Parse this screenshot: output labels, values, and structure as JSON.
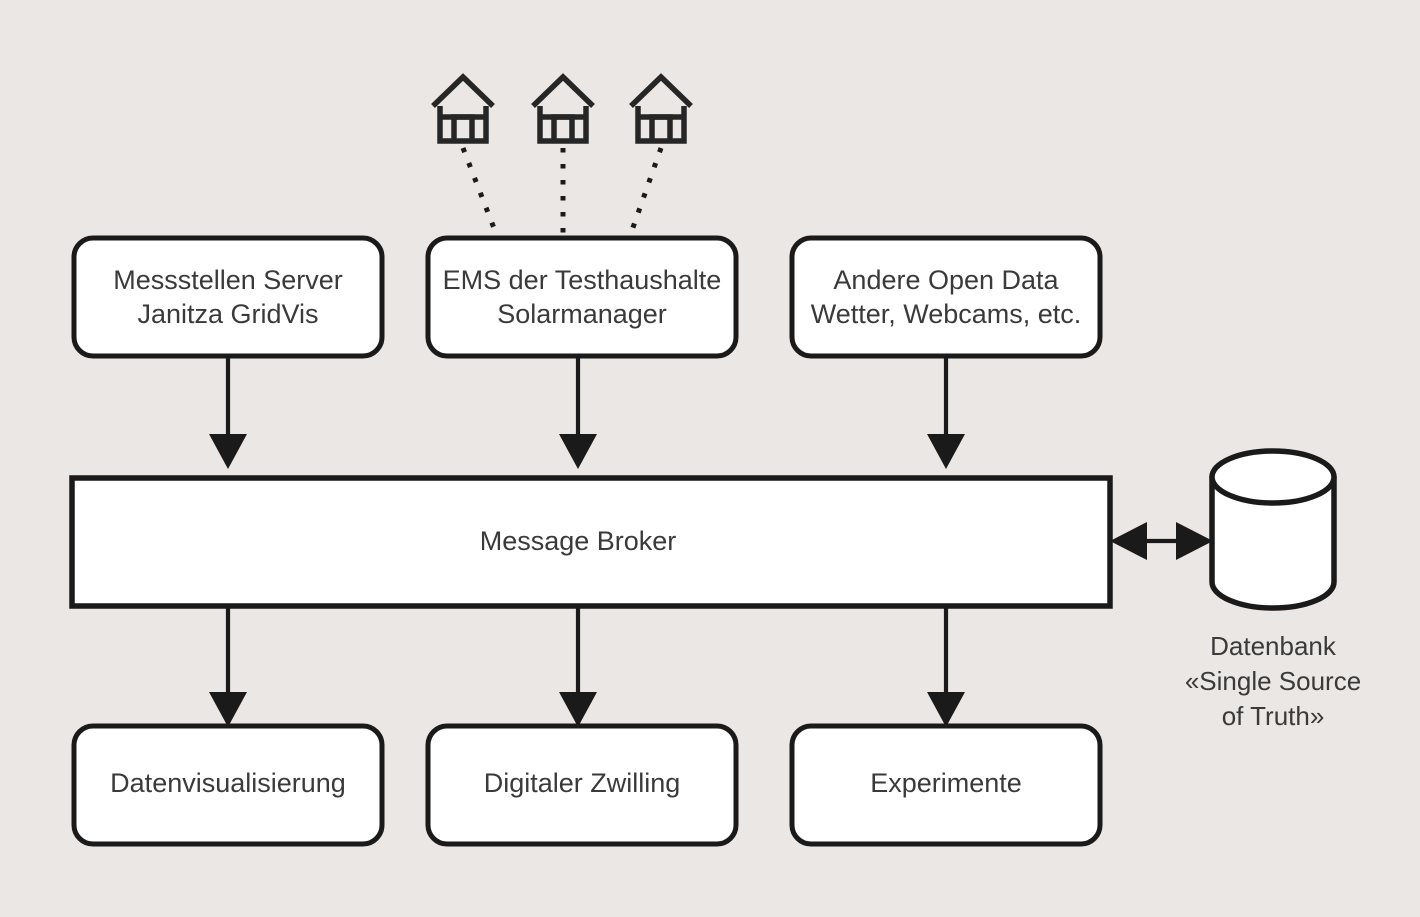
{
  "diagram": {
    "background_color": "#ebe7e4",
    "stroke_color": "#1a1a1a",
    "text_color": "#3a3a3a",
    "sources": [
      {
        "id": "messstellen-server",
        "line1": "Messstellen Server",
        "line2": "Janitza GridVis"
      },
      {
        "id": "ems-testhaushalte",
        "line1": "EMS der Testhaushalte",
        "line2": "Solarmanager"
      },
      {
        "id": "andere-open-data",
        "line1": "Andere Open Data",
        "line2": "Wetter, Webcams, etc."
      }
    ],
    "houses": [
      {
        "id": "house-1",
        "icon": "house-icon"
      },
      {
        "id": "house-2",
        "icon": "house-icon"
      },
      {
        "id": "house-3",
        "icon": "house-icon"
      }
    ],
    "broker": {
      "label": "Message Broker"
    },
    "database": {
      "icon": "database-cylinder-icon",
      "caption_line1": "Datenbank",
      "caption_line2": "«Single Source",
      "caption_line3": "of Truth»"
    },
    "consumers": [
      {
        "id": "datenvisualisierung",
        "label": "Datenvisualisierung"
      },
      {
        "id": "digitaler-zwilling",
        "label": "Digitaler Zwilling"
      },
      {
        "id": "experimente",
        "label": "Experimente"
      }
    ],
    "connectors": [
      {
        "id": "house-1-to-ems",
        "style": "dotted"
      },
      {
        "id": "house-2-to-ems",
        "style": "dotted"
      },
      {
        "id": "house-3-to-ems",
        "style": "dotted"
      },
      {
        "id": "messstellen-to-broker",
        "style": "arrow-down"
      },
      {
        "id": "ems-to-broker",
        "style": "arrow-down"
      },
      {
        "id": "opendata-to-broker",
        "style": "arrow-down"
      },
      {
        "id": "broker-to-database",
        "style": "arrow-bidirectional"
      },
      {
        "id": "broker-to-datenvisualisierung",
        "style": "arrow-down"
      },
      {
        "id": "broker-to-digitaler-zwilling",
        "style": "arrow-down"
      },
      {
        "id": "broker-to-experimente",
        "style": "arrow-down"
      }
    ]
  }
}
